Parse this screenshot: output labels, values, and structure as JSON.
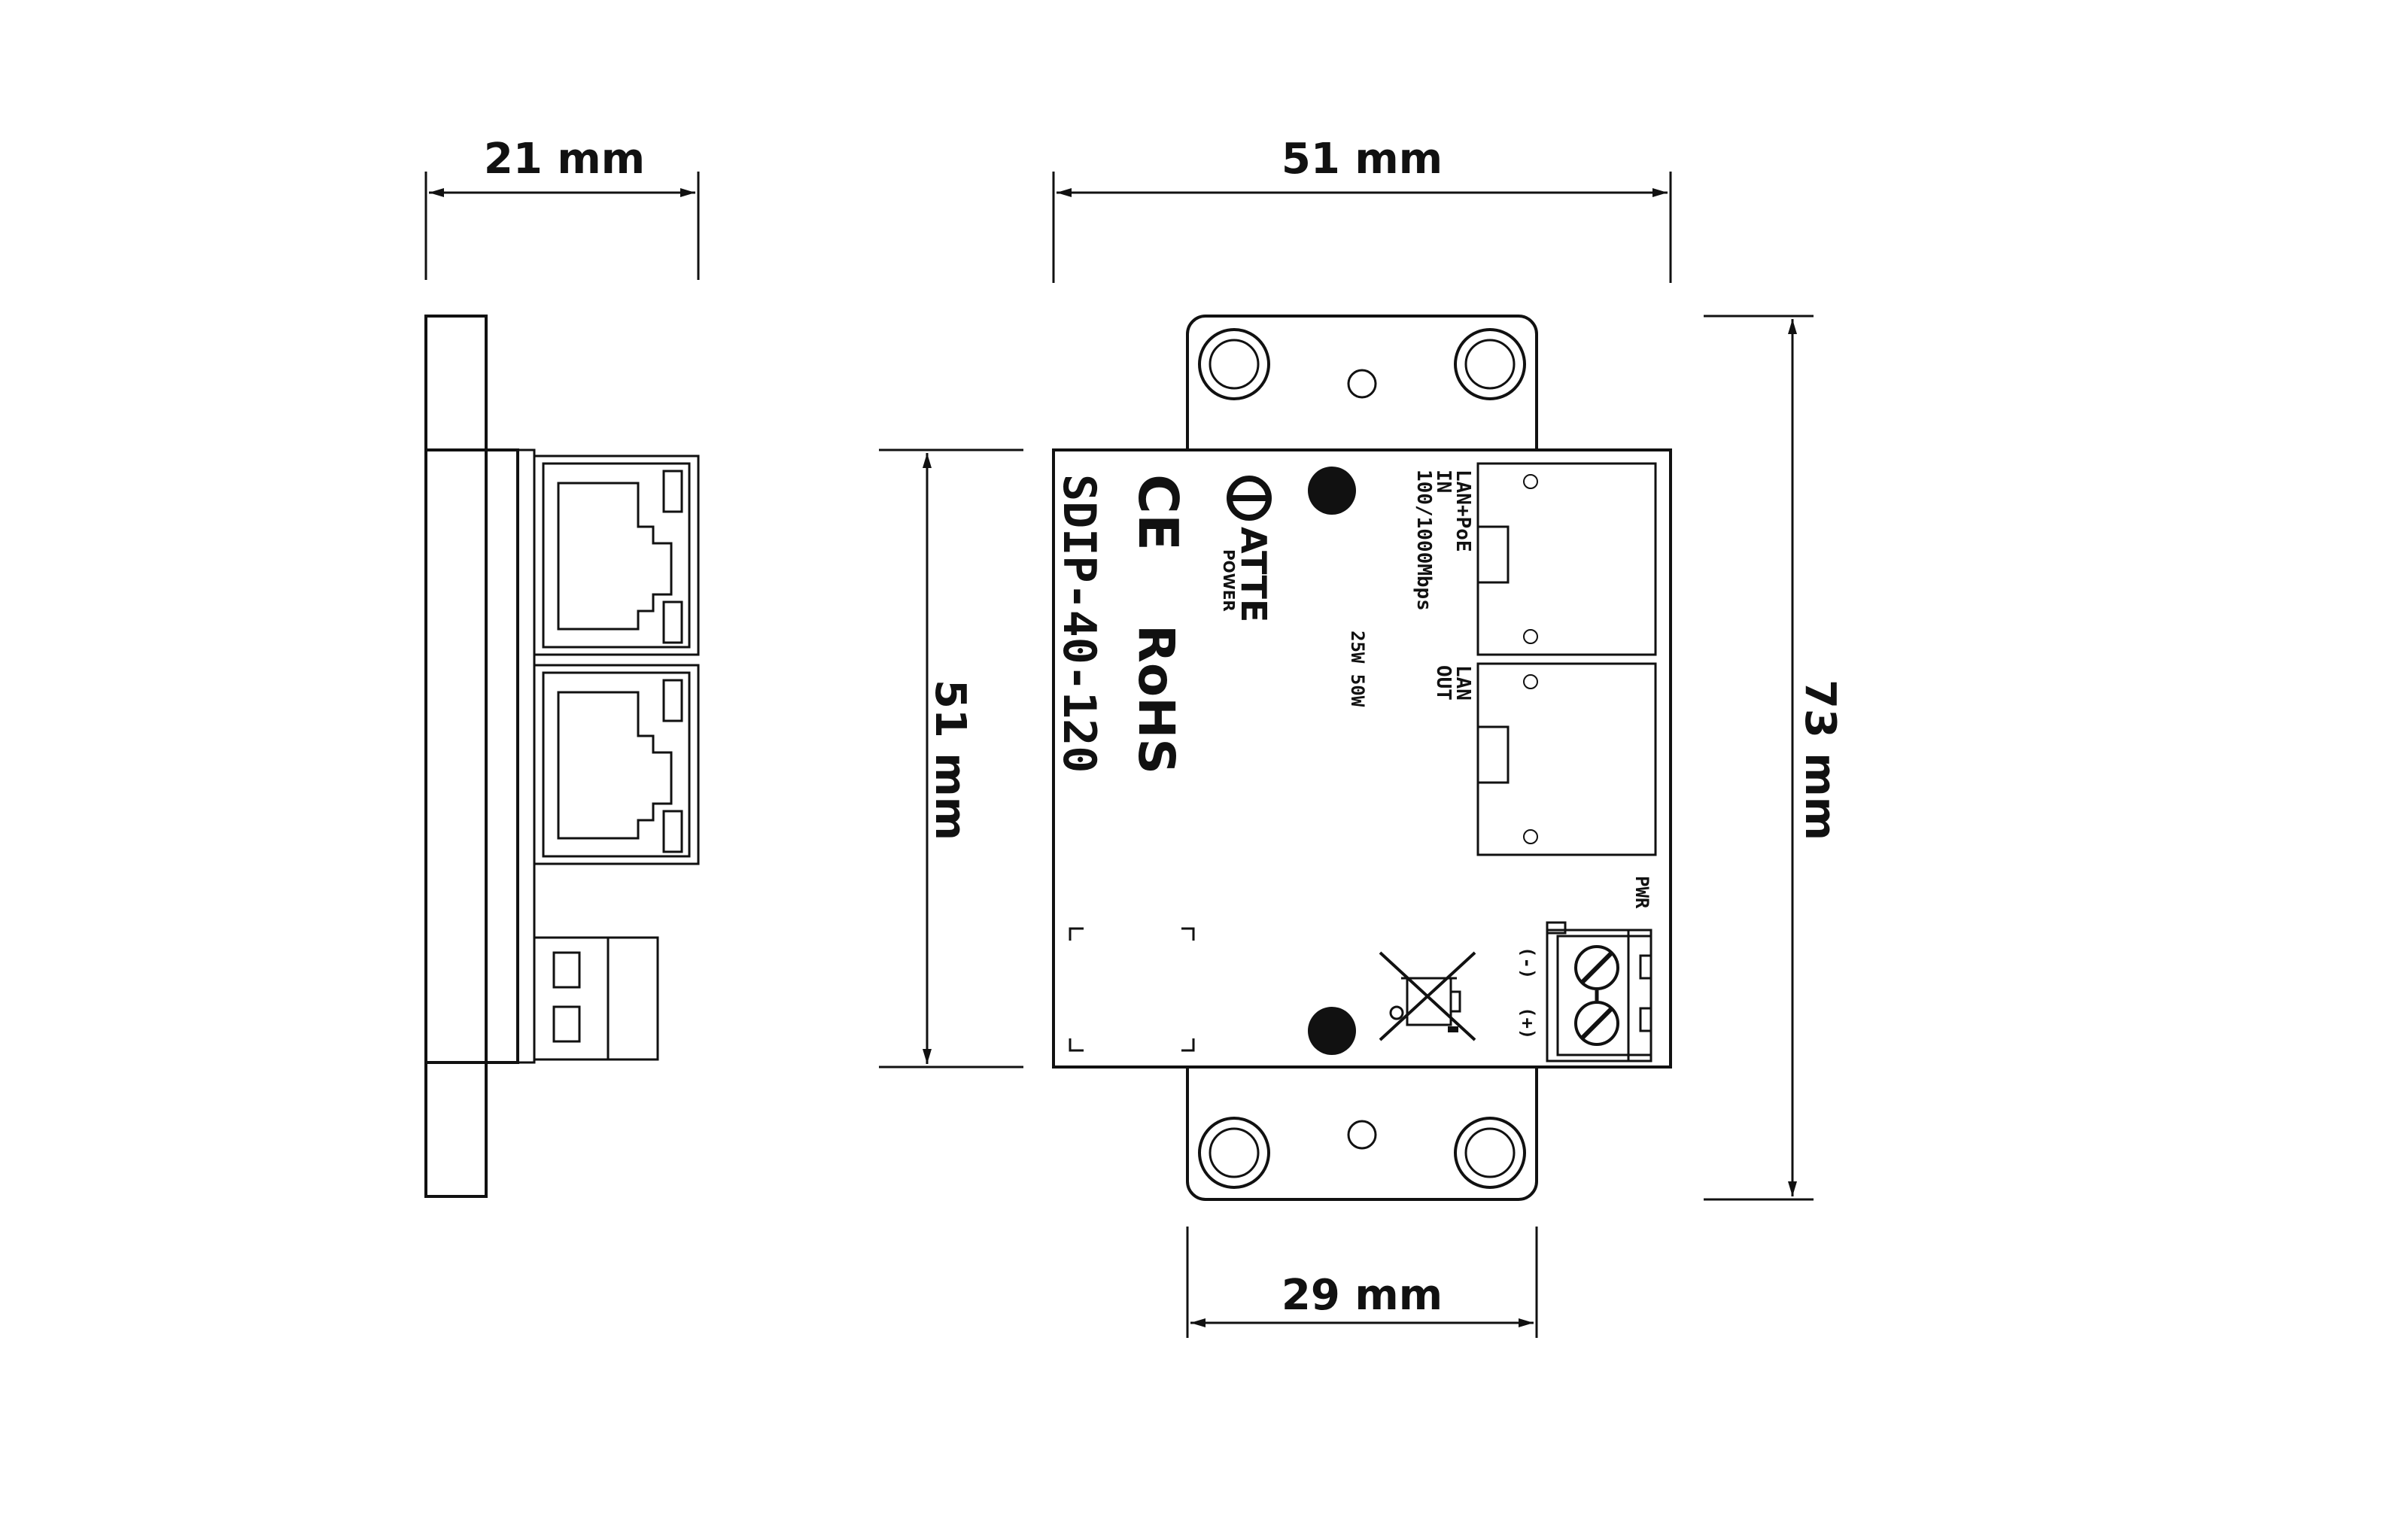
{
  "dimensions": {
    "side_width": "21 mm",
    "top_width": "51 mm",
    "body_height": "51 mm",
    "total_height": "73 mm",
    "bracket_width": "29 mm"
  },
  "device": {
    "model": "SDIP-40-120",
    "ce_mark": "CE",
    "rohs": "RoHS",
    "brand": "ATTE",
    "brand_sub": "POWER",
    "port_in_line1": "LAN+PoE",
    "port_in_line2": "IN",
    "port_in_speed": "100/1000Mbps",
    "port_out_line1": "LAN",
    "port_out_line2": "OUT",
    "power_rating": "25W 50W",
    "pwr_label": "PWR",
    "terminal_minus": "(-)",
    "terminal_plus": "(+)"
  },
  "colors": {
    "line": "#111111",
    "background": "#ffffff"
  }
}
